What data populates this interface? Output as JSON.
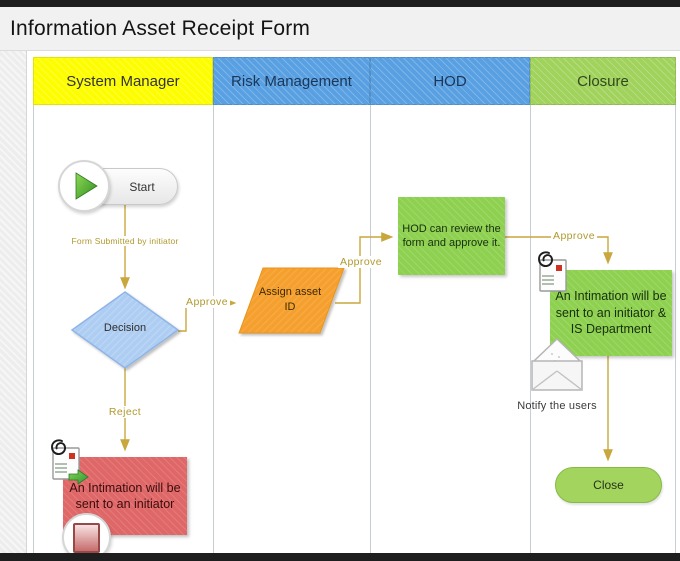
{
  "window": {
    "title": "Information Asset Receipt Form"
  },
  "lanes": [
    {
      "label": "System Manager",
      "color": "#fdfd00"
    },
    {
      "label": "Risk Management",
      "color": "#58a0e2"
    },
    {
      "label": "HOD",
      "color": "#58a0e2"
    },
    {
      "label": "Closure",
      "color": "#a0d25c"
    }
  ],
  "nodes": {
    "start": {
      "label": "Start",
      "type": "start"
    },
    "decision": {
      "label": "Decision",
      "type": "decision",
      "color": "#aecdf2"
    },
    "assign_asset_id": {
      "label": "Assign asset ID",
      "type": "data",
      "color": "#f5a02e"
    },
    "hod_review": {
      "label": "HOD can review the form and approve it.",
      "type": "process",
      "color": "#8ed04f"
    },
    "closure_intimation": {
      "label": "An Intimation will be sent to an initiator & IS Department",
      "type": "process",
      "color": "#8ed04f"
    },
    "close": {
      "label": "Close",
      "type": "terminator",
      "color": "#a3d55e"
    },
    "reject_intimation": {
      "label": "An Intimation will be sent to an initiator",
      "type": "process",
      "color": "#df6767"
    }
  },
  "edge_labels": {
    "form_submitted": "Form Submitted by initiator",
    "approve_decision": "Approve",
    "approve_assign": "Approve",
    "approve_hod": "Approve",
    "reject": "Reject",
    "notify_users": "Notify the users"
  },
  "icons": {
    "start": "play-icon",
    "stop": "stop-icon",
    "closure_attachment": "attachment-icon",
    "reject_attachment": "attachment-arrow-icon",
    "notify": "open-envelope-icon"
  },
  "colors": {
    "connector": "#c9a73d",
    "edge_label_text": "#b0992f",
    "lane_divider": "#c6ced2",
    "chrome_bar": "#1e1e1e",
    "titlebar_bg": "#f1f1f1"
  }
}
